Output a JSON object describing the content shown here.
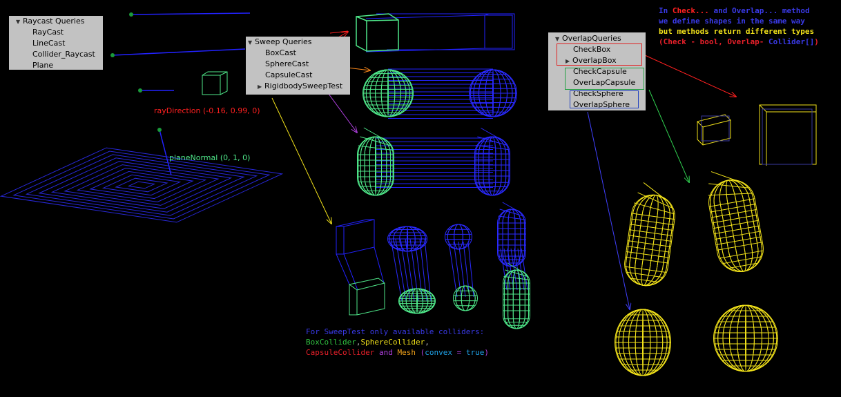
{
  "raycast_panel": {
    "title": "Raycast Queries",
    "items": [
      "RayCast",
      "LineCast",
      "Collider_Raycast",
      "Plane"
    ]
  },
  "sweep_panel": {
    "title": "Sweep Queries",
    "items": [
      "BoxCast",
      "SphereCast",
      "CapsuleCast"
    ],
    "collapsed_item": "RigidbodySweepTest"
  },
  "overlap_panel": {
    "title": "OverlapQueries",
    "items": [
      "CheckBox",
      "OverlapBox",
      "CheckCapsule",
      "OverLapCapsule",
      "CheckSphere",
      "OverlapSphere"
    ],
    "collapsed_index": 1
  },
  "scene_labels": {
    "ray_direction": "rayDirection (-0.16, 0.99, 0)",
    "plane_normal": "planeNormal (0, 1, 0)"
  },
  "top_note": {
    "line1": [
      "In ",
      "Check...",
      " and ",
      "Overlap...",
      " method"
    ],
    "line2": "we define shapes in the same way",
    "line3": "but methods return different types",
    "line4": [
      "(",
      "Check",
      " - ",
      "bool",
      ", ",
      "Overlap",
      "- ",
      "Collider[]",
      ")"
    ]
  },
  "bottom_note": {
    "line1": "For SweepTest only available colliders:",
    "line2": [
      "BoxCollider",
      ",",
      "SphereCollider",
      ","
    ],
    "line3": [
      "CapsuleCollider",
      " and ",
      "Mesh",
      " (",
      "convex",
      " = ",
      "true",
      ")"
    ]
  },
  "colors": {
    "blue_wire": "#2222ff",
    "green_wire": "#4fe88a",
    "yellow_wire": "#f2e21a",
    "red_label": "#ff2020",
    "note_blue": "#3a3ae8",
    "note_yellow": "#f2e21a",
    "note_red": "#e8202a",
    "note_green": "#30c040",
    "note_cyan": "#1fa2e8",
    "panel_bg": "#c2c2c2"
  }
}
